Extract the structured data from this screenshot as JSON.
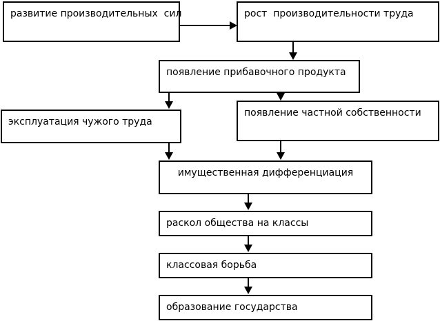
{
  "diagram": {
    "type": "flowchart",
    "language": "ru",
    "background_color": "#ffffff",
    "box_border_color": "#000000",
    "text_color": "#000000",
    "nodes": [
      {
        "id": "productive-forces-development",
        "label": "развитие производительных  сил"
      },
      {
        "id": "labor-productivity-growth",
        "label": "рост  производительности труда"
      },
      {
        "id": "surplus-product-emergence",
        "label": "появление прибавочного продукта"
      },
      {
        "id": "exploitation-of-others-labor",
        "label": "эксплуатация чужого труда"
      },
      {
        "id": "private-property-emergence",
        "label": "появление частной собственности"
      },
      {
        "id": "property-differentiation",
        "label": "имущественная дифференциация"
      },
      {
        "id": "society-split-into-classes",
        "label": "раскол общества на классы"
      },
      {
        "id": "class-struggle",
        "label": "классовая борьба"
      },
      {
        "id": "state-formation",
        "label": "образование государства"
      }
    ],
    "edges": [
      {
        "from": "productive-forces-development",
        "to": "labor-productivity-growth"
      },
      {
        "from": "labor-productivity-growth",
        "to": "surplus-product-emergence"
      },
      {
        "from": "surplus-product-emergence",
        "to": "exploitation-of-others-labor"
      },
      {
        "from": "surplus-product-emergence",
        "to": "private-property-emergence"
      },
      {
        "from": "exploitation-of-others-labor",
        "to": "property-differentiation"
      },
      {
        "from": "private-property-emergence",
        "to": "property-differentiation"
      },
      {
        "from": "property-differentiation",
        "to": "society-split-into-classes"
      },
      {
        "from": "society-split-into-classes",
        "to": "class-struggle"
      },
      {
        "from": "class-struggle",
        "to": "state-formation"
      }
    ]
  }
}
